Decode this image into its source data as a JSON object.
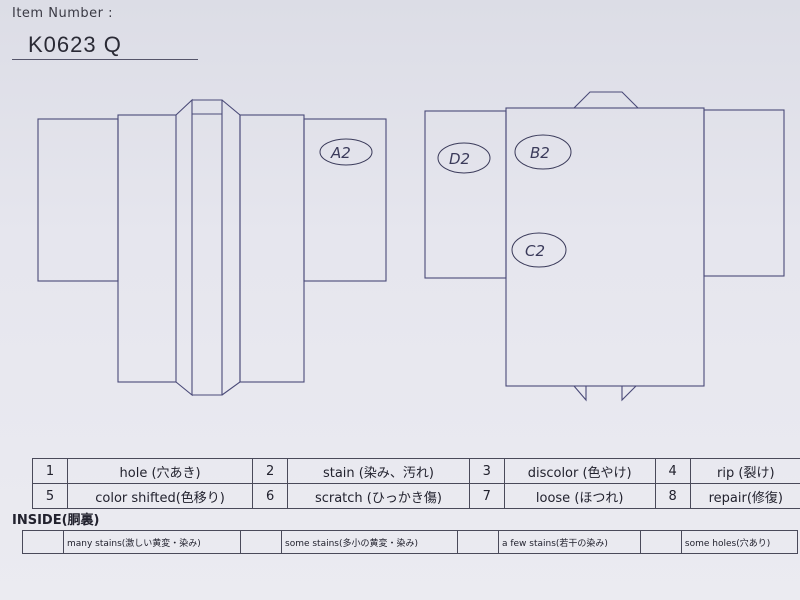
{
  "header": {
    "item_label": "Item Number :",
    "item_number": "K0623 Q"
  },
  "diagram": {
    "front_marks": [
      "A2"
    ],
    "back_marks": [
      "D2",
      "B2",
      "C2"
    ]
  },
  "legend": {
    "rows": [
      [
        {
          "num": "1",
          "label": "hole (穴あき)"
        },
        {
          "num": "2",
          "label": "stain (染み、汚れ)"
        },
        {
          "num": "3",
          "label": "discolor (色やけ)"
        },
        {
          "num": "4",
          "label": "rip (裂け)"
        }
      ],
      [
        {
          "num": "5",
          "label": "color shifted(色移り)"
        },
        {
          "num": "6",
          "label": "scratch (ひっかき傷)"
        },
        {
          "num": "7",
          "label": "loose (ほつれ)"
        },
        {
          "num": "8",
          "label": "repair(修復)"
        }
      ]
    ]
  },
  "inside": {
    "label": "INSIDE(胴裏)",
    "items": [
      "many stains(激しい黄変・染み)",
      "some stains(多小の黄変・染み)",
      "a few stains(若干の染み)",
      "some holes(穴あり)"
    ]
  }
}
